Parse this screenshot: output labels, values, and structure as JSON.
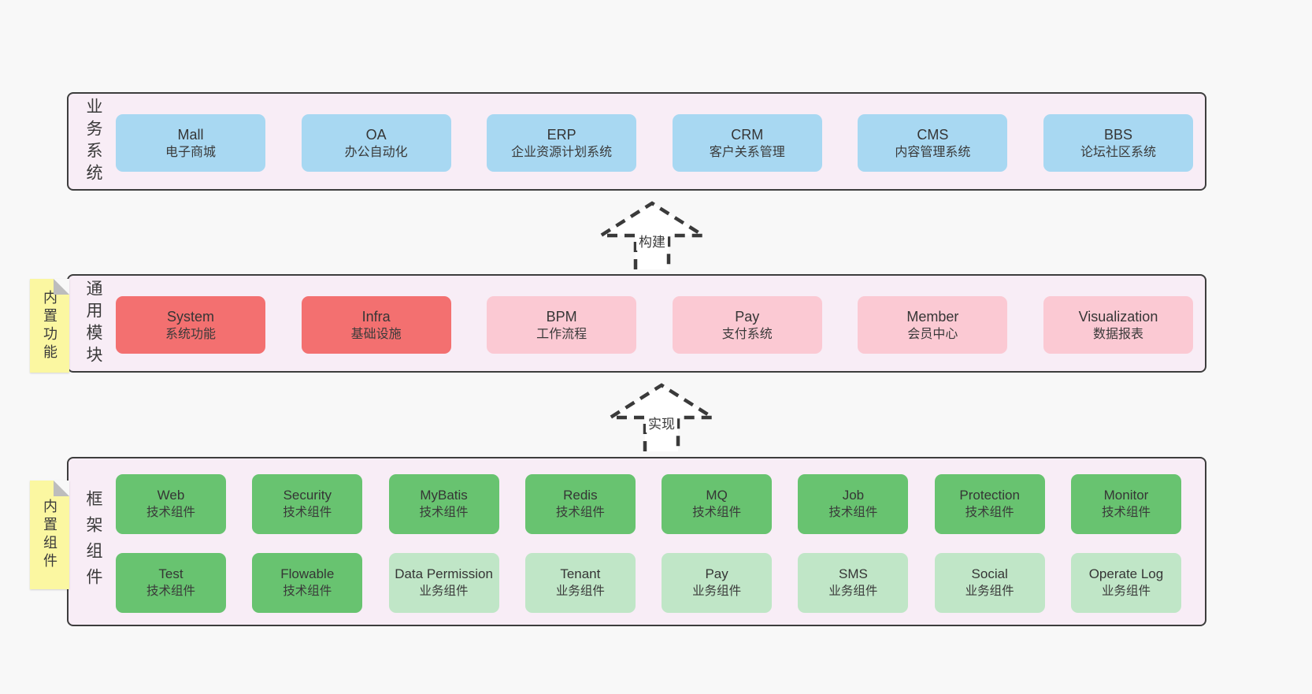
{
  "diagram": {
    "arrows": [
      {
        "label": "构建"
      },
      {
        "label": "实现"
      }
    ],
    "layers": [
      {
        "label": "业务系统",
        "boxes": [
          {
            "title": "Mall",
            "subtitle": "电子商城",
            "variant": "blue"
          },
          {
            "title": "OA",
            "subtitle": "办公自动化",
            "variant": "blue"
          },
          {
            "title": "ERP",
            "subtitle": "企业资源计划系统",
            "variant": "blue"
          },
          {
            "title": "CRM",
            "subtitle": "客户关系管理",
            "variant": "blue"
          },
          {
            "title": "CMS",
            "subtitle": "内容管理系统",
            "variant": "blue"
          },
          {
            "title": "BBS",
            "subtitle": "论坛社区系统",
            "variant": "blue"
          }
        ]
      },
      {
        "label": "通用模块",
        "sticky": "内置功能",
        "boxes": [
          {
            "title": "System",
            "subtitle": "系统功能",
            "variant": "red"
          },
          {
            "title": "Infra",
            "subtitle": "基础设施",
            "variant": "red"
          },
          {
            "title": "BPM",
            "subtitle": "工作流程",
            "variant": "pink"
          },
          {
            "title": "Pay",
            "subtitle": "支付系统",
            "variant": "pink"
          },
          {
            "title": "Member",
            "subtitle": "会员中心",
            "variant": "pink"
          },
          {
            "title": "Visualization",
            "subtitle": "数据报表",
            "variant": "pink"
          }
        ]
      },
      {
        "label": "框架组件",
        "sticky": "内置组件",
        "rows": [
          [
            {
              "title": "Web",
              "subtitle": "技术组件",
              "variant": "green"
            },
            {
              "title": "Security",
              "subtitle": "技术组件",
              "variant": "green"
            },
            {
              "title": "MyBatis",
              "subtitle": "技术组件",
              "variant": "green"
            },
            {
              "title": "Redis",
              "subtitle": "技术组件",
              "variant": "green"
            },
            {
              "title": "MQ",
              "subtitle": "技术组件",
              "variant": "green"
            },
            {
              "title": "Job",
              "subtitle": "技术组件",
              "variant": "green"
            },
            {
              "title": "Protection",
              "subtitle": "技术组件",
              "variant": "green"
            },
            {
              "title": "Monitor",
              "subtitle": "技术组件",
              "variant": "green"
            }
          ],
          [
            {
              "title": "Test",
              "subtitle": "技术组件",
              "variant": "green"
            },
            {
              "title": "Flowable",
              "subtitle": "技术组件",
              "variant": "green"
            },
            {
              "title": "Data Permission",
              "subtitle": "业务组件",
              "variant": "lightgreen"
            },
            {
              "title": "Tenant",
              "subtitle": "业务组件",
              "variant": "lightgreen"
            },
            {
              "title": "Pay",
              "subtitle": "业务组件",
              "variant": "lightgreen"
            },
            {
              "title": "SMS",
              "subtitle": "业务组件",
              "variant": "lightgreen"
            },
            {
              "title": "Social",
              "subtitle": "业务组件",
              "variant": "lightgreen"
            },
            {
              "title": "Operate Log",
              "subtitle": "业务组件",
              "variant": "lightgreen"
            }
          ]
        ]
      }
    ],
    "colors": {
      "blue": "#a8d8f2",
      "red": "#f37070",
      "pink": "#fbc9d3",
      "green": "#68c370",
      "lightgreen": "#c0e6c7",
      "sticky_yellow": "#fbf7a1",
      "layer_bg": "#f8edf6",
      "page_bg": "#f8f8f8",
      "border": "#3d3d3d",
      "arrow_stroke": "#3a3a3a"
    }
  }
}
